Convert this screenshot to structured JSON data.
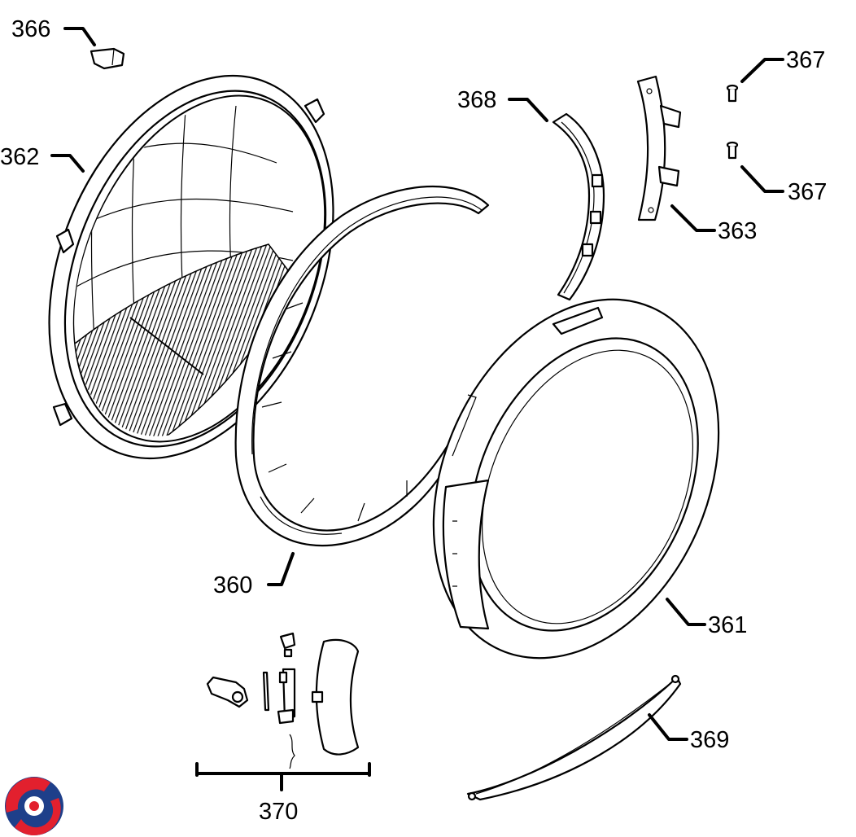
{
  "callouts": {
    "c360": "360",
    "c361": "361",
    "c362": "362",
    "c363": "363",
    "c366": "366",
    "c367a": "367",
    "c367b": "367",
    "c368": "368",
    "c369": "369",
    "c370": "370"
  },
  "logo": {
    "icon": "brand-logo-icon",
    "color_red": "#e2202e",
    "color_blue": "#1e3f8a"
  }
}
